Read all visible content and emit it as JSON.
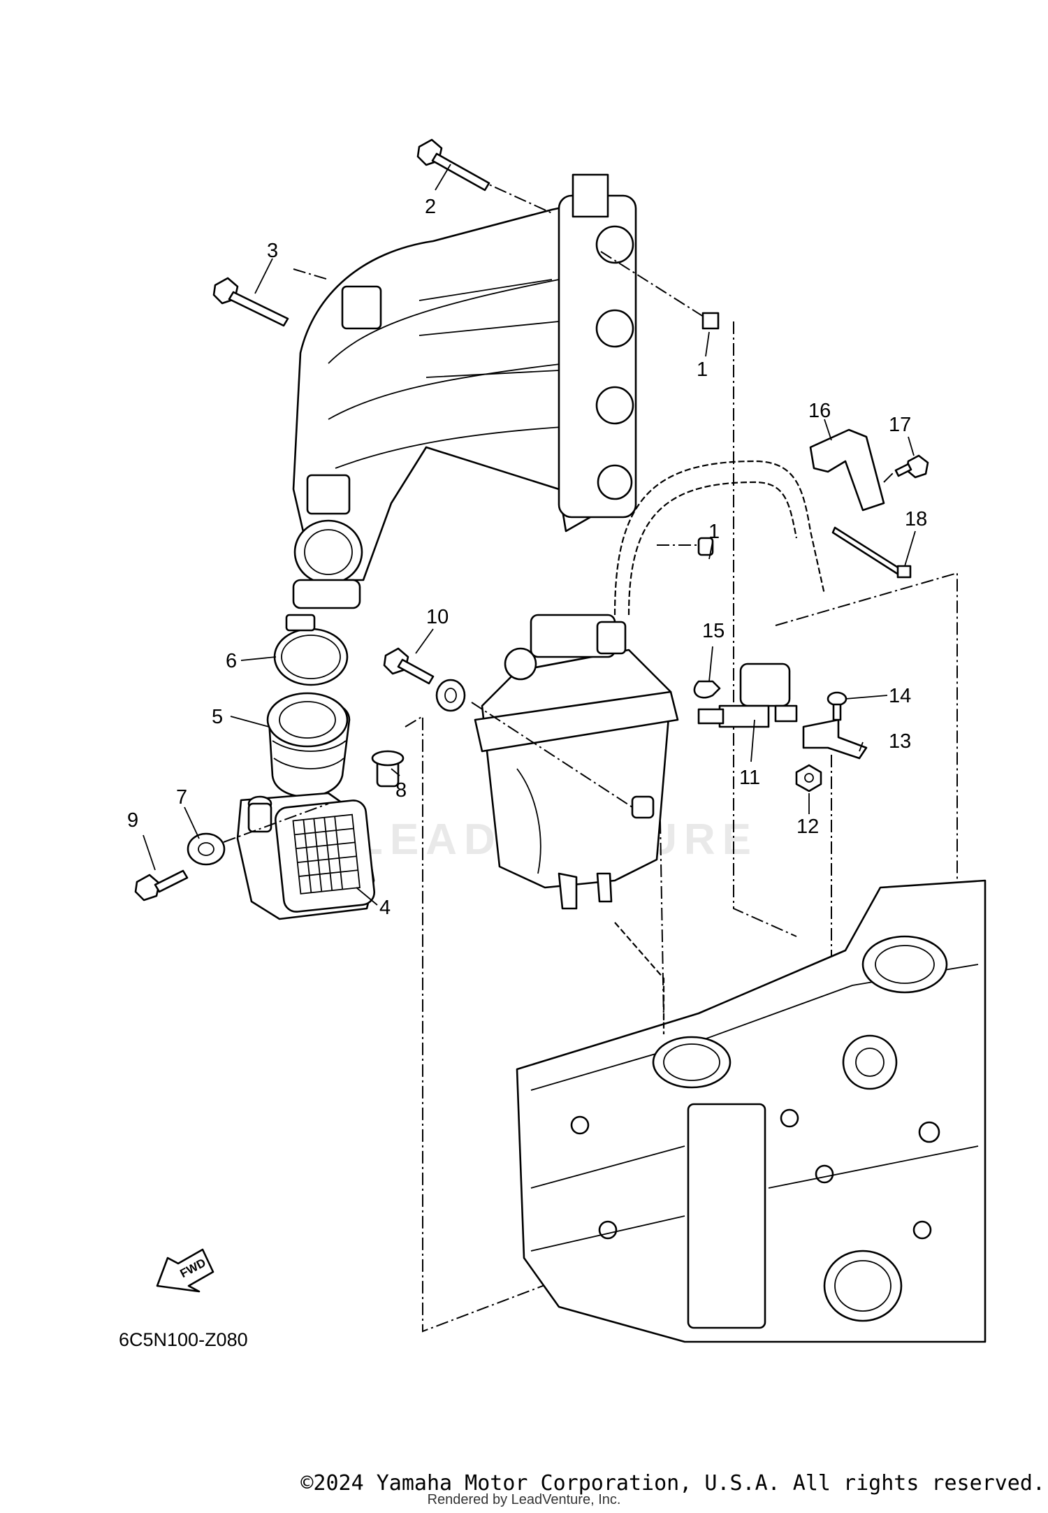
{
  "diagram_code": "6C5N100-Z080",
  "fwd_label": "FWD",
  "watermark": "LEADVENTURE",
  "copyright": "©2024 Yamaha Motor Corporation, U.S.A. All rights reserved.",
  "rendered_by": "Rendered by LeadVenture, Inc.",
  "callouts": [
    {
      "id": "c1a",
      "label": "1"
    },
    {
      "id": "c1b",
      "label": "1"
    },
    {
      "id": "c2",
      "label": "2"
    },
    {
      "id": "c3",
      "label": "3"
    },
    {
      "id": "c4",
      "label": "4"
    },
    {
      "id": "c5",
      "label": "5"
    },
    {
      "id": "c6",
      "label": "6"
    },
    {
      "id": "c7",
      "label": "7"
    },
    {
      "id": "c8",
      "label": "8"
    },
    {
      "id": "c9",
      "label": "9"
    },
    {
      "id": "c10",
      "label": "10"
    },
    {
      "id": "c11",
      "label": "11"
    },
    {
      "id": "c12",
      "label": "12"
    },
    {
      "id": "c13",
      "label": "13"
    },
    {
      "id": "c14",
      "label": "14"
    },
    {
      "id": "c15",
      "label": "15"
    },
    {
      "id": "c16",
      "label": "16"
    },
    {
      "id": "c17",
      "label": "17"
    },
    {
      "id": "c18",
      "label": "18"
    }
  ]
}
